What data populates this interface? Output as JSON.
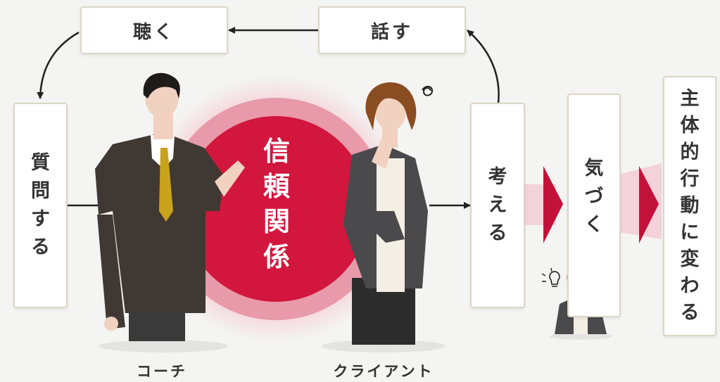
{
  "cycle": {
    "listen": "聴く",
    "speak": "話す",
    "ask": "質問する",
    "think": "考える"
  },
  "flow": {
    "notice": "気づく",
    "action": "主体的行動に変わる"
  },
  "center": {
    "text": "信頼関係"
  },
  "people": {
    "coach": "コーチ",
    "client": "クライアント"
  },
  "colors": {
    "accent": "#d2163d",
    "box_border": "#ddd6c6"
  }
}
